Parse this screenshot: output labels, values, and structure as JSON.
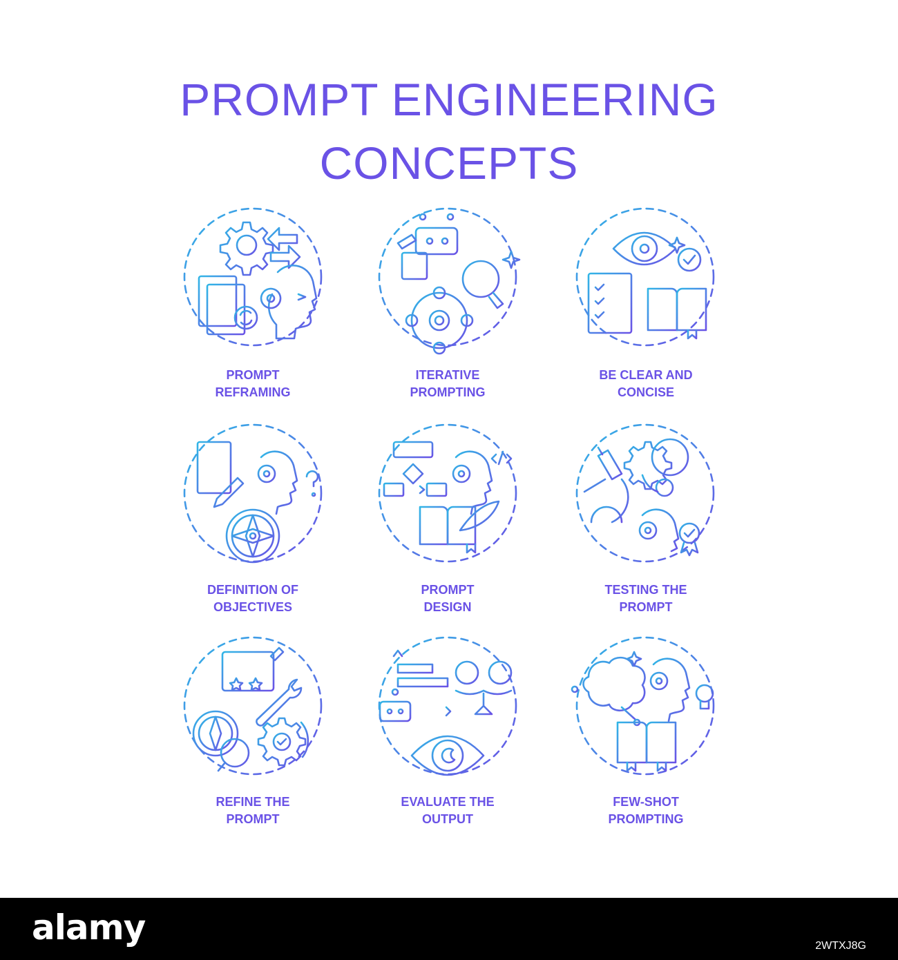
{
  "title": {
    "line1": "PROMPT ENGINEERING",
    "line2": "CONCEPTS"
  },
  "colors": {
    "accent_purple": "#6a52e6",
    "accent_blue": "#31b6e6",
    "background": "#ffffff"
  },
  "concepts": [
    {
      "line1": "PROMPT",
      "line2": "REFRAMING",
      "icons": [
        "gear-icon",
        "arrows-exchange-icon",
        "document-refresh-icon",
        "ai-head-icon"
      ]
    },
    {
      "line1": "ITERATIVE",
      "line2": "PROMPTING",
      "icons": [
        "robot-icon",
        "note-pencil-icon",
        "search-icon",
        "gear-cycle-icon"
      ]
    },
    {
      "line1": "BE CLEAR AND",
      "line2": "CONCISE",
      "icons": [
        "eye-target-icon",
        "checklist-icon",
        "open-book-icon"
      ]
    },
    {
      "line1": "DEFINITION OF",
      "line2": "OBJECTIVES",
      "icons": [
        "notebook-pencil-icon",
        "ai-head-question-icon",
        "compass-icon"
      ]
    },
    {
      "line1": "PROMPT",
      "line2": "DESIGN",
      "icons": [
        "flowchart-icon",
        "ai-head-code-icon",
        "book-quill-icon"
      ]
    },
    {
      "line1": "TESTING THE",
      "line2": "PROMPT",
      "icons": [
        "gears-icon",
        "microscope-icon",
        "ai-head-icon",
        "badge-check-icon"
      ]
    },
    {
      "line1": "REFINE THE",
      "line2": "PROMPT",
      "icons": [
        "browser-stars-icon",
        "wrench-icon",
        "compass-search-icon",
        "gear-check-icon"
      ]
    },
    {
      "line1": "EVALUATE THE",
      "line2": "OUTPUT",
      "icons": [
        "gantt-chart-icon",
        "robot-icon",
        "scale-plus-minus-icon",
        "eye-icon"
      ]
    },
    {
      "line1": "FEW-SHOT",
      "line2": "PROMPTING",
      "icons": [
        "brain-icon",
        "ai-head-icon",
        "lightbulb-icon",
        "open-book-icon"
      ]
    }
  ],
  "footer": {
    "brand": "alamy",
    "image_id": "2WTXJ8G"
  }
}
